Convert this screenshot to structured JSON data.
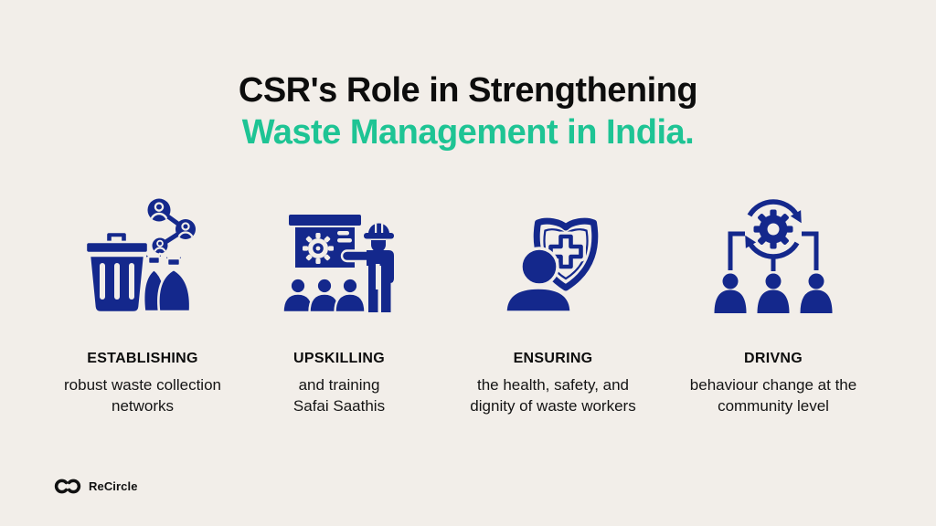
{
  "title": {
    "line1": "CSR's Role in Strengthening",
    "line2": "Waste Management in India."
  },
  "columns": [
    {
      "icon": "waste-collection-network-icon",
      "heading": "ESTABLISHING",
      "desc_line1": "robust waste collection",
      "desc_line2": "networks"
    },
    {
      "icon": "training-presentation-icon",
      "heading": "UPSKILLING",
      "desc_line1": "and training",
      "desc_line2": "Safai Saathis"
    },
    {
      "icon": "health-safety-shield-icon",
      "heading": "ENSURING",
      "desc_line1": "the health, safety, and",
      "desc_line2": "dignity of waste workers"
    },
    {
      "icon": "community-behaviour-gear-icon",
      "heading": "DRIVNG",
      "desc_line1": "behaviour change at the",
      "desc_line2": "community level"
    }
  ],
  "footer": {
    "brand": "ReCircle",
    "logo_icon": "recircle-infinity-icon"
  },
  "colors": {
    "background": "#f2eee9",
    "icon_navy": "#14288c",
    "accent_green": "#1ec494",
    "text_black": "#0d0d0d"
  }
}
